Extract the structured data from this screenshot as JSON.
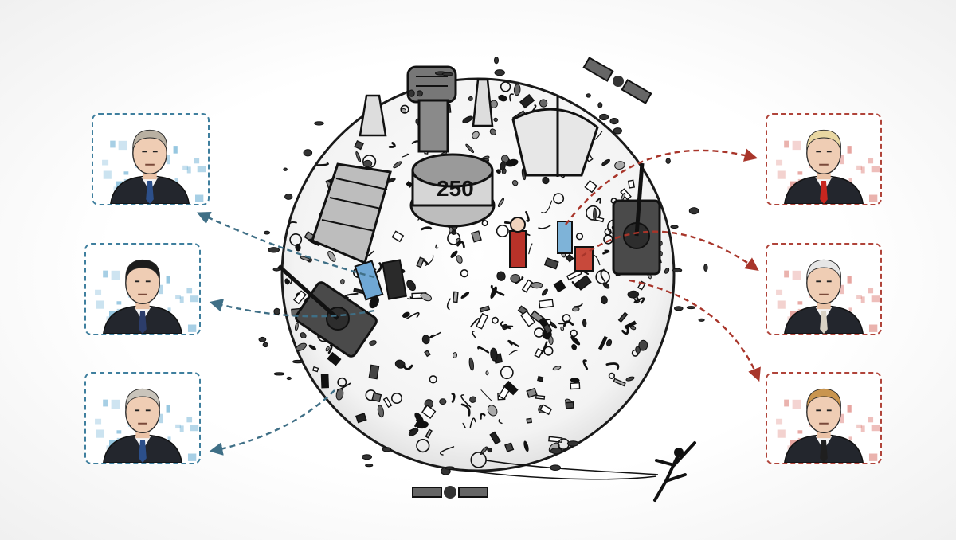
{
  "illustration": {
    "central_text": "250",
    "accent_colors": {
      "left_frames": "#3f7f9e",
      "right_frames": "#b0443a",
      "ink": "#1a1a1a"
    },
    "left_portraits": [
      {
        "name": "portrait-left-top",
        "tint": "#5da7cf",
        "hair": "#b9b0a2",
        "tie": "#2c4f8a"
      },
      {
        "name": "portrait-left-middle",
        "tint": "#5da7cf",
        "hair": "#1c1c1c",
        "tie": "#2c3d6b"
      },
      {
        "name": "portrait-left-bottom",
        "tint": "#5da7cf",
        "hair": "#c9c4bb",
        "tie": "#2c4f8a"
      }
    ],
    "right_portraits": [
      {
        "name": "portrait-right-top",
        "tint": "#d9726a",
        "hair": "#e9d7a2",
        "tie": "#c8261f"
      },
      {
        "name": "portrait-right-middle",
        "tint": "#d9726a",
        "hair": "#e6e6e6",
        "tie": "#d9d2c4"
      },
      {
        "name": "portrait-right-bottom",
        "tint": "#d9726a",
        "hair": "#c9954f",
        "tie": "#1f1f1f"
      }
    ]
  }
}
